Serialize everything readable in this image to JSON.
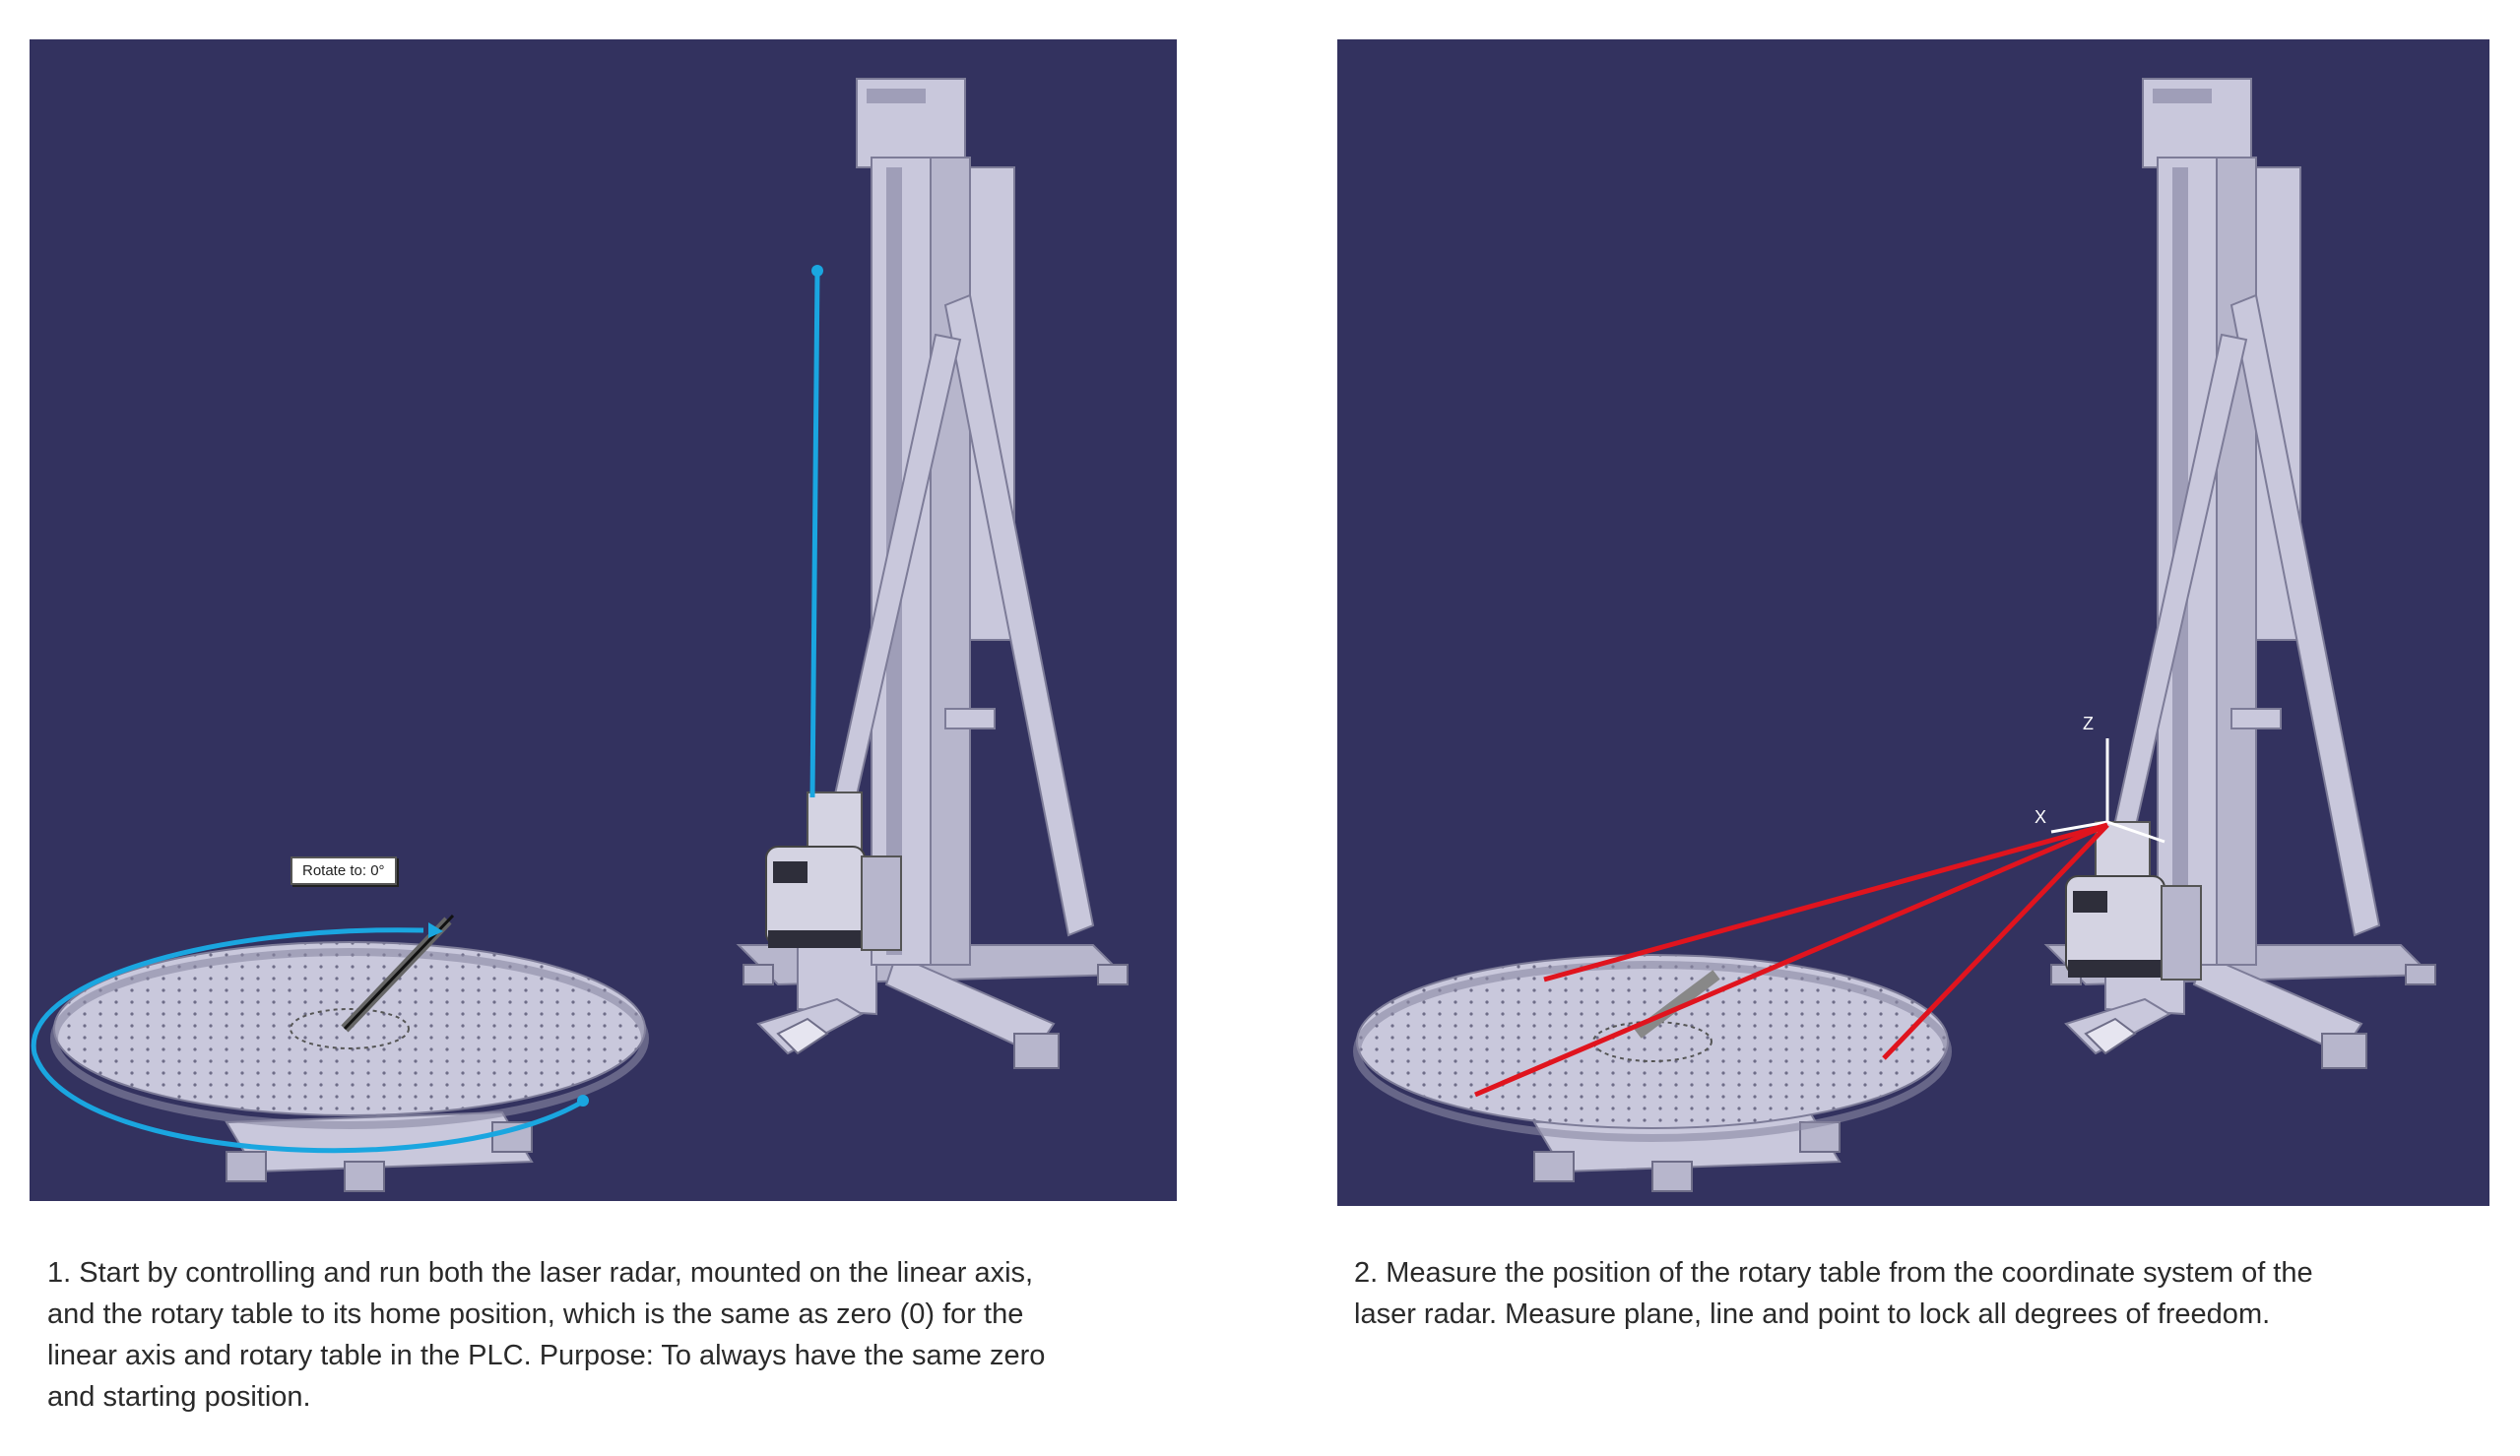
{
  "panels": [
    {
      "tooltip": "Rotate to: 0°",
      "caption_lines": [
        "1. Start by controlling and run both the laser radar, mounted on the linear axis,",
        "and the rotary table to its home position, which is the same as zero (0) for the",
        "linear axis and rotary table in the PLC. Purpose: To always have the same zero",
        "and starting position."
      ]
    },
    {
      "axis_labels": {
        "z": "Z",
        "x": "X"
      },
      "caption_lines": [
        "2. Measure the position of the rotary table from the coordinate system of the",
        "laser radar. Measure plane, line and point to lock all degrees of freedom."
      ]
    }
  ],
  "colors": {
    "background": "#33325f",
    "machine": "#c9c8dc",
    "machine_shade": "#9f9eb8",
    "laser_blue": "#1aa6e0",
    "measure_red": "#e0141e"
  }
}
